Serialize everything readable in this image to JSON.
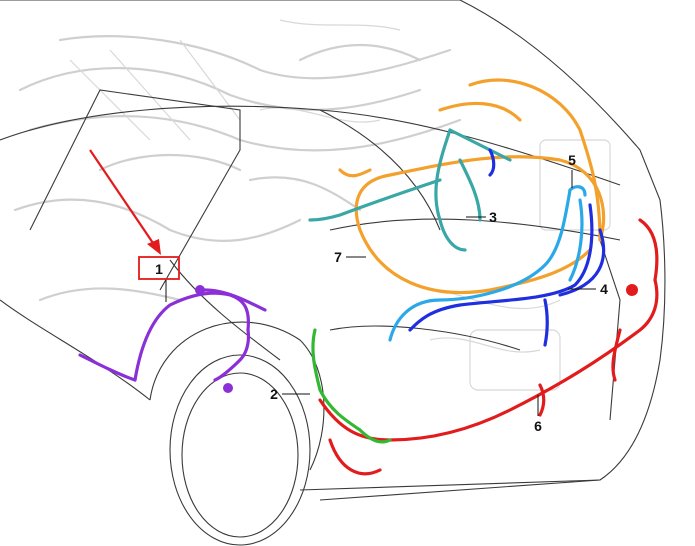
{
  "figure": {
    "callouts": [
      {
        "id": "1",
        "label": "1",
        "color": "#8b2fd6"
      },
      {
        "id": "2",
        "label": "2",
        "color": "#33b833"
      },
      {
        "id": "3",
        "label": "3",
        "color": "#3aa7a7"
      },
      {
        "id": "4",
        "label": "4",
        "color": "#1f2fe0"
      },
      {
        "id": "5",
        "label": "5",
        "color": "#2aa8e8"
      },
      {
        "id": "6",
        "label": "6",
        "color": "#e21c1c"
      },
      {
        "id": "7",
        "label": "7",
        "color": "#f3a12c"
      }
    ],
    "highlight_color": "#e21c1c",
    "arrow_color": "#e21c1c"
  }
}
